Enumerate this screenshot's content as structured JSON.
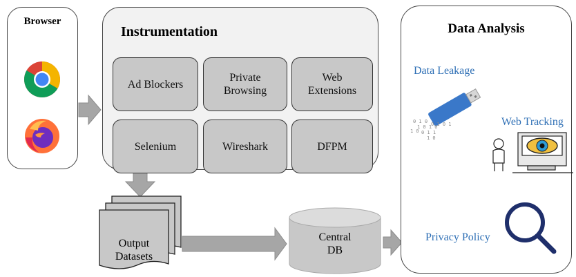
{
  "browser": {
    "title": "Browser",
    "icons": [
      "chrome-icon",
      "firefox-icon"
    ]
  },
  "instrumentation": {
    "title": "Instrumentation",
    "tools": [
      {
        "label": "Ad Blockers"
      },
      {
        "label": "Private Browsing"
      },
      {
        "label": "Web Extensions"
      },
      {
        "label": "Selenium"
      },
      {
        "label": "Wireshark"
      },
      {
        "label": "DFPM"
      }
    ]
  },
  "output": {
    "label": "Output Datasets"
  },
  "database": {
    "label": "Central DB"
  },
  "analysis": {
    "title": "Data Analysis",
    "items": [
      {
        "label": "Data Leakage"
      },
      {
        "label": "Web Tracking"
      },
      {
        "label": "Privacy Policy"
      }
    ]
  },
  "colors": {
    "arrow": "#a6a6a6",
    "tool_box": "#c8c8c8",
    "label_blue": "#2e6fb5",
    "magnifier": "#1f2f6b"
  }
}
